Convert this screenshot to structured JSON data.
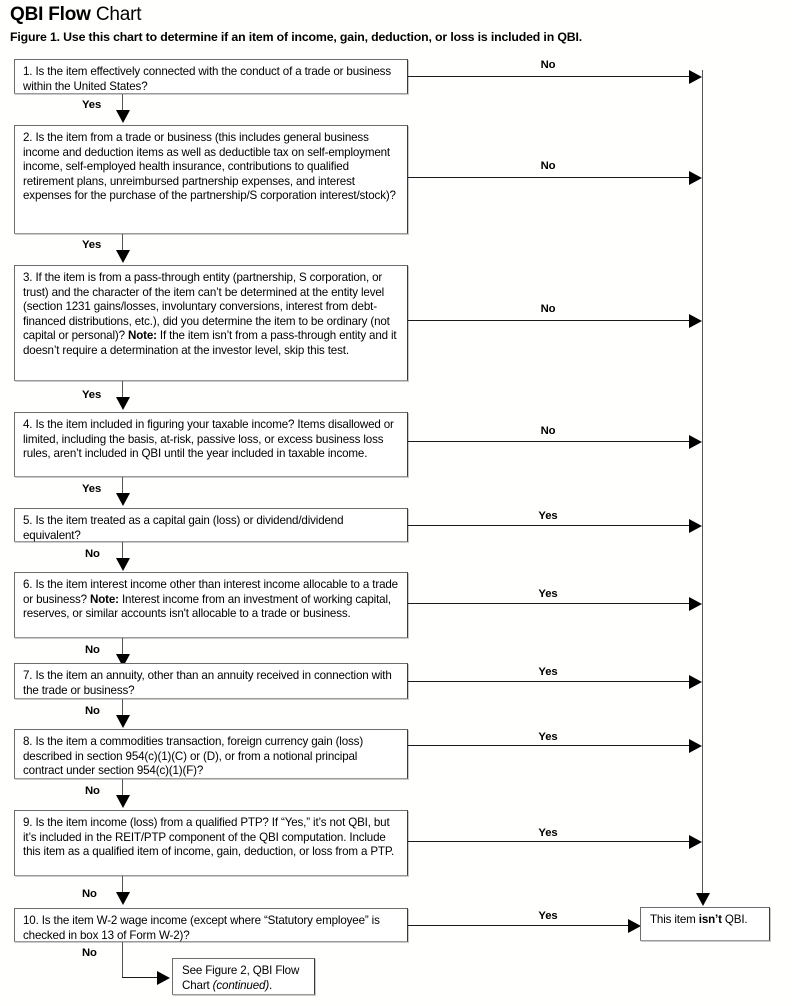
{
  "header": {
    "title_bold": "QBI Flow",
    "title_light": " Chart",
    "subtitle": "Figure 1. Use this chart to determine if an item of income, gain, deduction, or loss is included in QBI."
  },
  "flow": {
    "questions": [
      {
        "id": 1,
        "text": "1. Is the item effectively connected with the conduct of a trade or business within the United States?",
        "branch_right": "No",
        "branch_down": "Yes"
      },
      {
        "id": 2,
        "text": "2. Is the item from a trade or business (this includes general business income and deduction items as well as deductible tax on self-employment income, self-employed health insurance, contributions to qualified retirement plans, unreimbursed partnership expenses, and interest expenses for the purchase of the partnership/S corporation interest/stock)?",
        "branch_right": "No",
        "branch_down": "Yes"
      },
      {
        "id": 3,
        "text_a": "3. If the item is from a pass-through entity (partnership, S corporation, or trust) and the character of the item can’t be determined at the entity level (section 1231 gains/losses, involuntary conversions, interest from debt-financed distributions, etc.), did you determine the item to be ordinary (not capital or personal)? ",
        "note_label": "Note:",
        "text_b": " If the item isn’t from a pass-through entity and it doesn’t require a determination at the investor level, skip this test.",
        "branch_right": "No",
        "branch_down": "Yes"
      },
      {
        "id": 4,
        "text": "4. Is the item included in figuring your taxable income? Items disallowed or limited, including the basis, at-risk, passive loss, or excess business loss rules, aren’t included in QBI until the year included in taxable income.",
        "branch_right": "No",
        "branch_down": "Yes"
      },
      {
        "id": 5,
        "text": "5. Is the item treated as a capital gain (loss) or dividend/dividend equivalent?",
        "branch_right": "Yes",
        "branch_down": "No"
      },
      {
        "id": 6,
        "text_a": "6. Is the item interest income other than interest income allocable to a trade or business? ",
        "note_label": "Note:",
        "text_b": " Interest income from an investment of working capital, reserves, or similar accounts isn't allocable to a trade or business.",
        "branch_right": "Yes",
        "branch_down": "No"
      },
      {
        "id": 7,
        "text": "7. Is the item an annuity, other than an annuity received in connection with the trade or business?",
        "branch_right": "Yes",
        "branch_down": "No"
      },
      {
        "id": 8,
        "text": "8. Is the item a commodities transaction, foreign currency gain (loss) described in section 954(c)(1)(C) or (D), or from a notional principal contract under section 954(c)(1)(F)?",
        "branch_right": "Yes",
        "branch_down": "No"
      },
      {
        "id": 9,
        "text": "9. Is the item income (loss) from a qualified PTP? If “Yes,” it’s not QBI, but it’s included in the REIT/PTP component of the QBI computation. Include this item as a qualified item of income, gain, deduction, or loss from a PTP.",
        "branch_right": "Yes",
        "branch_down": "No"
      },
      {
        "id": 10,
        "text": "10. Is the item W-2 wage income (except where “Statutory employee” is checked in box 13 of Form W-2)?",
        "branch_right": "Yes",
        "branch_down": "No"
      }
    ],
    "terminals": {
      "not_qbi": {
        "text_a": "This item ",
        "strong": "isn’t",
        "text_b": " QBI."
      },
      "continued": {
        "text_a": "See Figure 2, QBI Flow Chart ",
        "italic": "(continued)",
        "text_b": "."
      }
    }
  },
  "colors": {
    "box_border": "#6d6d6d",
    "line": "#1a1a1a",
    "background": "#ffffff",
    "text": "#000000"
  }
}
